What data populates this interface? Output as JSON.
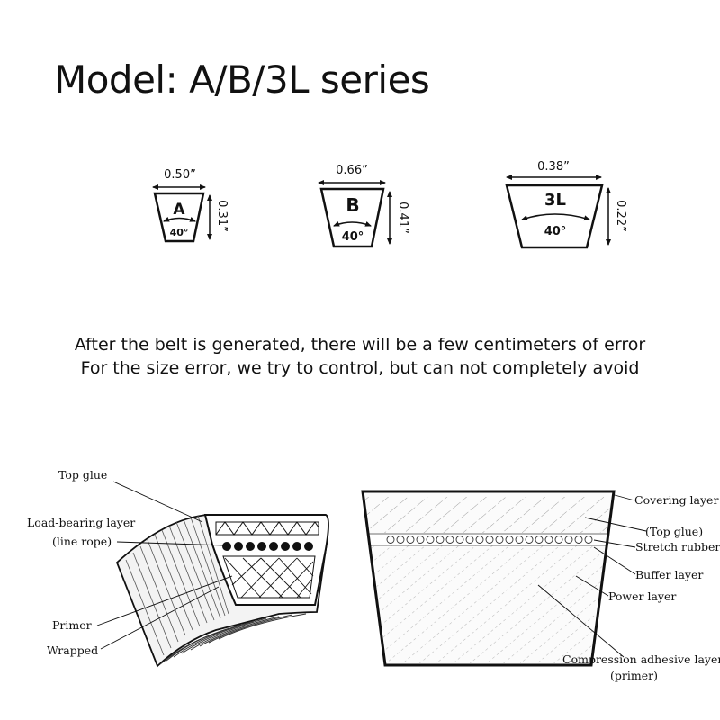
{
  "title": "Model: A/B/3L series",
  "notes": {
    "line1": "After the belt is generated, there will be a few centimeters of error",
    "line2": "For the size error, we try to control, but can not completely avoid"
  },
  "profiles": [
    {
      "name": "A",
      "top_width": "0.50”",
      "height": "0.31”",
      "angle": "40°"
    },
    {
      "name": "B",
      "top_width": "0.66”",
      "height": "0.41”",
      "angle": "40°"
    },
    {
      "name": "3L",
      "top_width": "0.38”",
      "height": "0.22”",
      "angle": "40°"
    }
  ],
  "belt_structure_labels": {
    "top_glue": "Top glue",
    "load_bearing_1": "Load-bearing layer",
    "load_bearing_2": "(line rope)",
    "primer": "Primer",
    "wrapped": "Wrapped"
  },
  "cross_section_labels": {
    "covering": "Covering layer",
    "top_glue": "(Top glue)",
    "stretch": "Stretch rubber",
    "buffer": "Buffer layer",
    "power": "Power layer",
    "compression": "Compression adhesive layer",
    "primer": "(primer)"
  }
}
